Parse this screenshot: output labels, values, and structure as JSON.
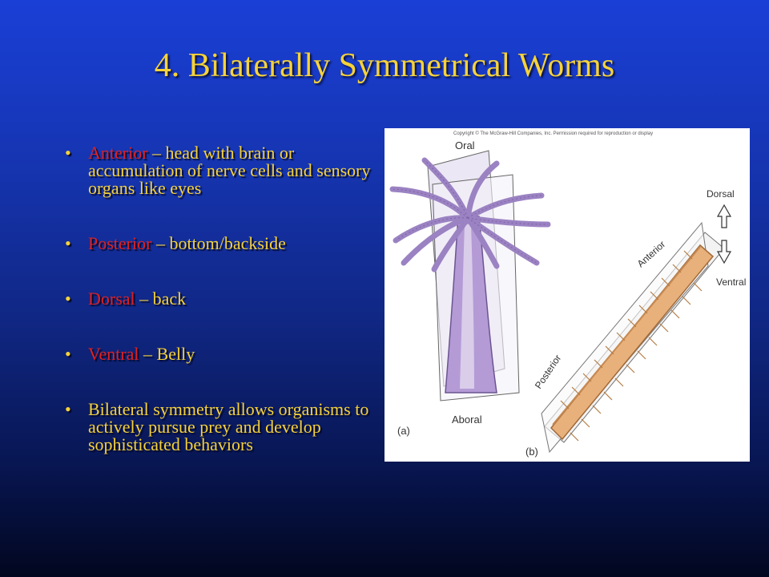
{
  "slide": {
    "title": "4. Bilaterally Symmetrical Worms"
  },
  "bullets": [
    {
      "term": "Anterior",
      "text": " – head with brain or accumulation of nerve cells and sensory organs like eyes"
    },
    {
      "term": "Posterior",
      "text": " – bottom/backside"
    },
    {
      "term": "Dorsal",
      "text": " – back"
    },
    {
      "term": "Ventral",
      "text": " – Belly"
    },
    {
      "term": "",
      "text": "Bilateral symmetry allows organisms to actively pursue prey and develop sophisticated behaviors"
    }
  ],
  "figure": {
    "copyright": "Copyright © The McGraw-Hill Companies, Inc. Permission required for reproduction or display",
    "oral": "Oral",
    "aboral": "Aboral",
    "label_a": "(a)",
    "label_b": "(b)",
    "dorsal": "Dorsal",
    "ventral": "Ventral",
    "anterior": "Anterior",
    "posterior": "Posterior"
  },
  "colors": {
    "title": "#f5d23a",
    "term": "#e02020",
    "body_text": "#f5d23a",
    "tentacle": "#a58cc8",
    "worm": "#e8b07a"
  }
}
